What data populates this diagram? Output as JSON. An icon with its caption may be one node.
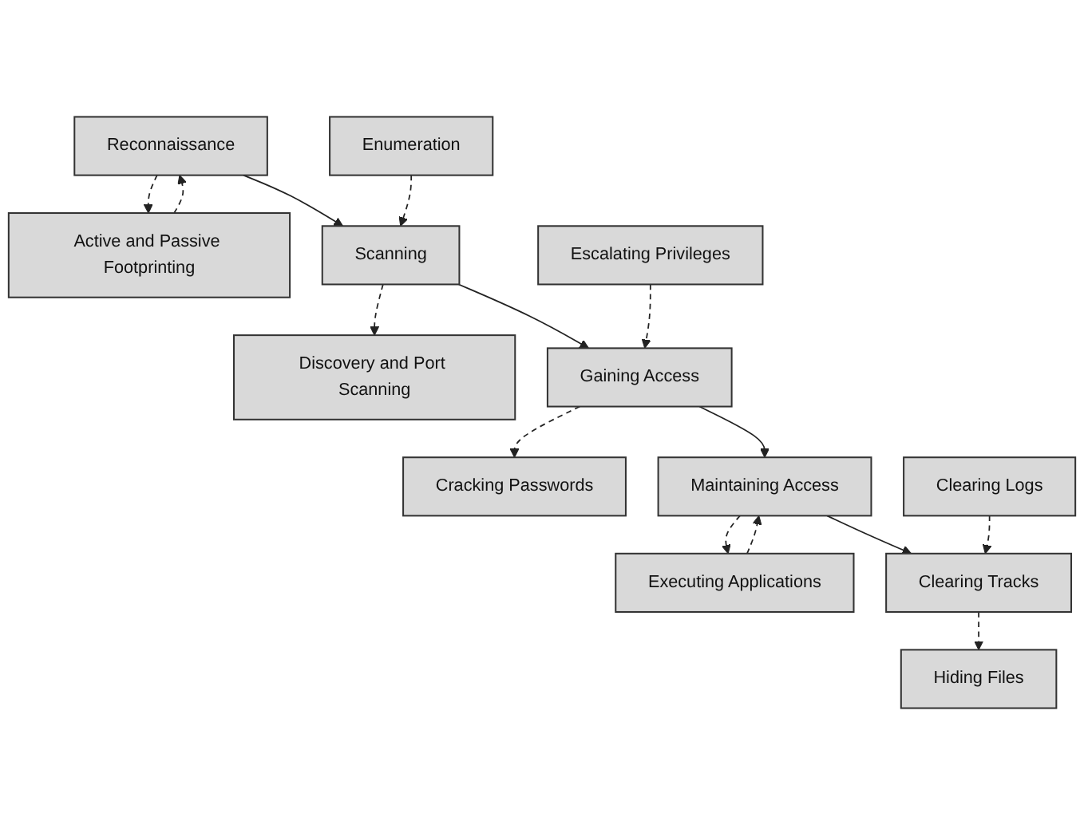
{
  "diagram": {
    "nodes": [
      {
        "text": [
          "Reconnaissance"
        ]
      },
      {
        "text": [
          "Active and Passive Footprinting"
        ]
      },
      {
        "text": [
          "Scanning"
        ]
      },
      {
        "text": [
          "Discovery and Port Scanning"
        ]
      },
      {
        "text": [
          "Enumeration"
        ]
      },
      {
        "text": [
          "Gaining Access"
        ]
      },
      {
        "text": [
          "Cracking Passwords"
        ]
      },
      {
        "text": [
          "Escalating Privileges"
        ]
      },
      {
        "text": [
          "Maintaining Access"
        ]
      },
      {
        "text": [
          "Executing Applications"
        ]
      },
      {
        "text": [
          "Clearing Tracks"
        ]
      },
      {
        "text": [
          "Hiding Files"
        ]
      },
      {
        "text": [
          "Clearing Logs"
        ]
      }
    ],
    "edges": [
      {
        "from": 0,
        "to": 1,
        "arrow": "to",
        "style": "dashed"
      },
      {
        "from": 1,
        "to": 0,
        "arrow": "to",
        "style": "dashed"
      },
      {
        "from": 0,
        "to": 2,
        "arrow": "to"
      },
      {
        "from": 2,
        "to": 3,
        "arrow": "to",
        "style": "dashed"
      },
      {
        "from": 4,
        "to": 2,
        "arrow": "to",
        "style": "dashed"
      },
      {
        "from": 2,
        "to": 5,
        "arrow": "to"
      },
      {
        "from": 5,
        "to": 6,
        "arrow": "to",
        "style": "dashed"
      },
      {
        "from": 7,
        "to": 5,
        "arrow": "to",
        "style": "dashed"
      },
      {
        "from": 5,
        "to": 8,
        "arrow": "to"
      },
      {
        "from": 8,
        "to": 9,
        "arrow": "to",
        "style": "dashed"
      },
      {
        "from": 9,
        "to": 8,
        "arrow": "to",
        "style": "dashed"
      },
      {
        "from": 8,
        "to": 10,
        "arrow": "to"
      },
      {
        "from": 10,
        "to": 11,
        "arrow": "to",
        "style": "dashed"
      },
      {
        "from": 12,
        "to": 10,
        "arrow": "to",
        "style": "dashed"
      }
    ]
  }
}
